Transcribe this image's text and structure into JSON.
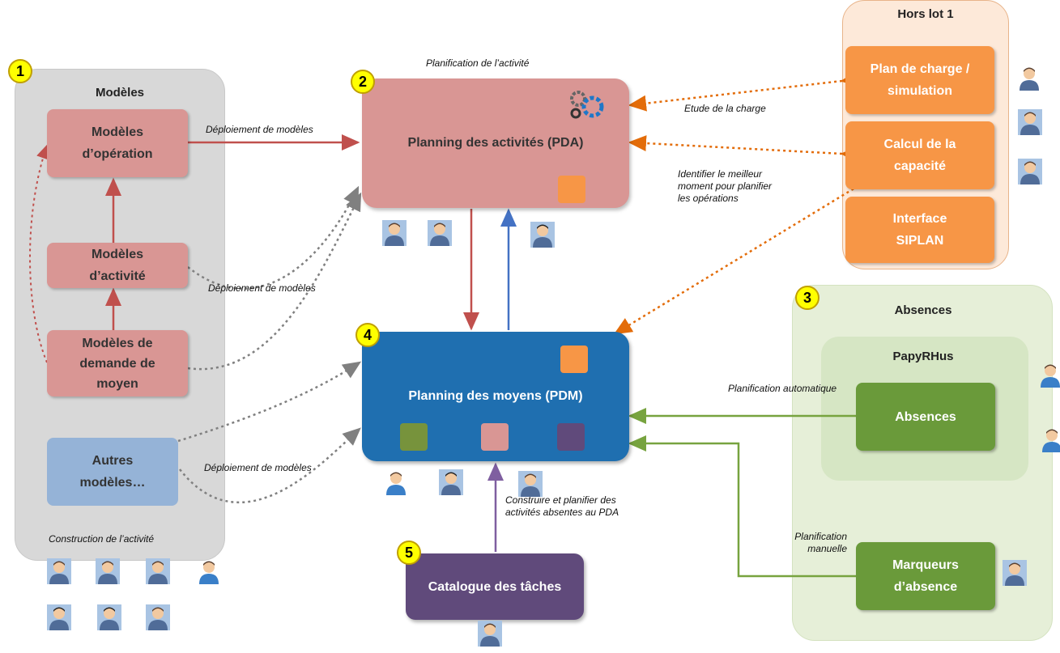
{
  "badges": {
    "b1": "1",
    "b2": "2",
    "b3": "3",
    "b4": "4",
    "b5": "5"
  },
  "modeles": {
    "title": "Modèles",
    "operation": "Modèles\nd’opération",
    "activite": "Modèles\nd’activité",
    "demande": "Modèles de\ndemande de\nmoyen",
    "autres": "Autres\nmodèles…"
  },
  "pda": {
    "label": "Planning des activités (PDA)",
    "caption": "Planification de l’activité"
  },
  "pdm": {
    "label": "Planning des moyens (PDM)"
  },
  "hors_lot": {
    "title": "Hors lot 1",
    "plan": "Plan de charge /\nsimulation",
    "calcul": "Calcul de la\ncapacité",
    "interface": "Interface\nSIPLAN"
  },
  "absences_panel": {
    "title": "Absences",
    "papy_title": "PapyRHus",
    "absences": "Absences",
    "marqueurs": "Marqueurs\nd’absence"
  },
  "catalogue": {
    "label": "Catalogue des tâches"
  },
  "notes": {
    "deploiement1": "Déploiement de modèles",
    "deploiement2": "Déploiement de modèles",
    "deploiement3": "Déploiement de modèles",
    "etude": "Etude de la charge",
    "identifier": "Identifier le meilleur\nmoment pour planifier\nles opérations",
    "auto": "Planification automatique",
    "manuelle": "Planification\nmanuelle",
    "construire": "Construire et planifier des\nactivités absentes au PDA",
    "construction": "Construction de l’activité"
  },
  "colors": {
    "pink": "#d99694",
    "orange": "#f79646",
    "green": "#6a9a3a",
    "blue": "#1f6fb0",
    "purple": "#604a7b",
    "light_blue": "#95b3d7"
  }
}
